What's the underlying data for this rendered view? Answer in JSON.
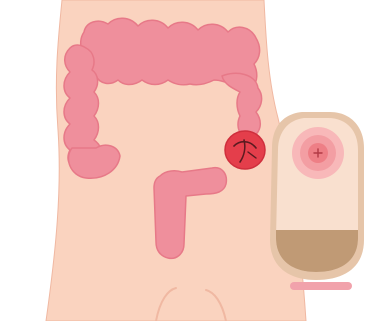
{
  "illustration": {
    "elements": [
      "torso",
      "colon",
      "stoma",
      "rectal-stump",
      "ostomy-pouch"
    ]
  },
  "colors": {
    "background": "#ffffff",
    "skin": "#fad3bf",
    "skin_outline": "#f0b8a2",
    "colon": "#ef8f9c",
    "colon_outline": "#e77988",
    "colon_shadow": "#e67786",
    "stoma": "#e43e4b",
    "stoma_line": "#5a1b20",
    "pouch_body": "#f9e0cf",
    "pouch_rim": "#e6c5a9",
    "pouch_fill": "#c09a75",
    "pouch_window": "#f8b8b9",
    "pouch_clip": "#f1a2ab"
  }
}
